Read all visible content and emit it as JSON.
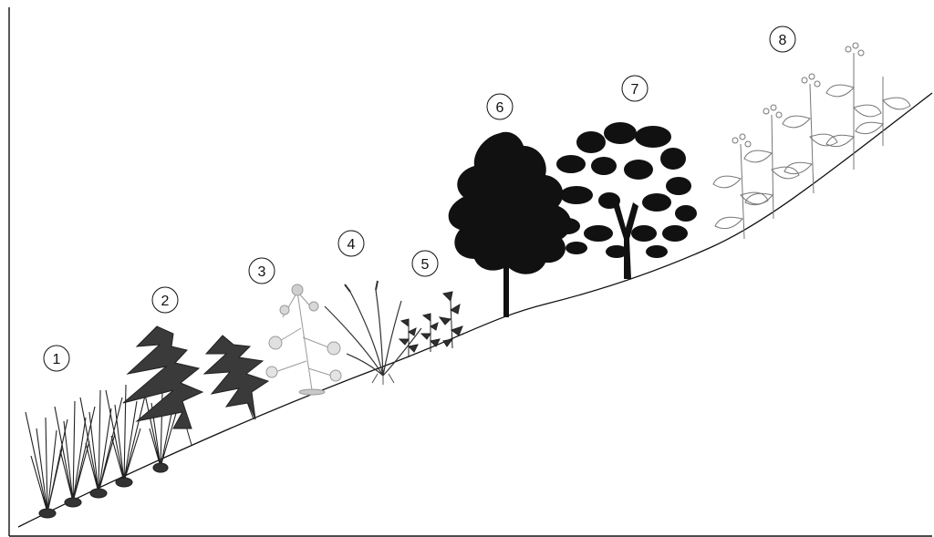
{
  "labels": [
    "1",
    "2",
    "3",
    "4",
    "5",
    "6",
    "7",
    "8"
  ],
  "colors": {
    "ink": "#111111",
    "grey": "#555555",
    "light": "#9a9a9a",
    "background": "#ffffff"
  }
}
